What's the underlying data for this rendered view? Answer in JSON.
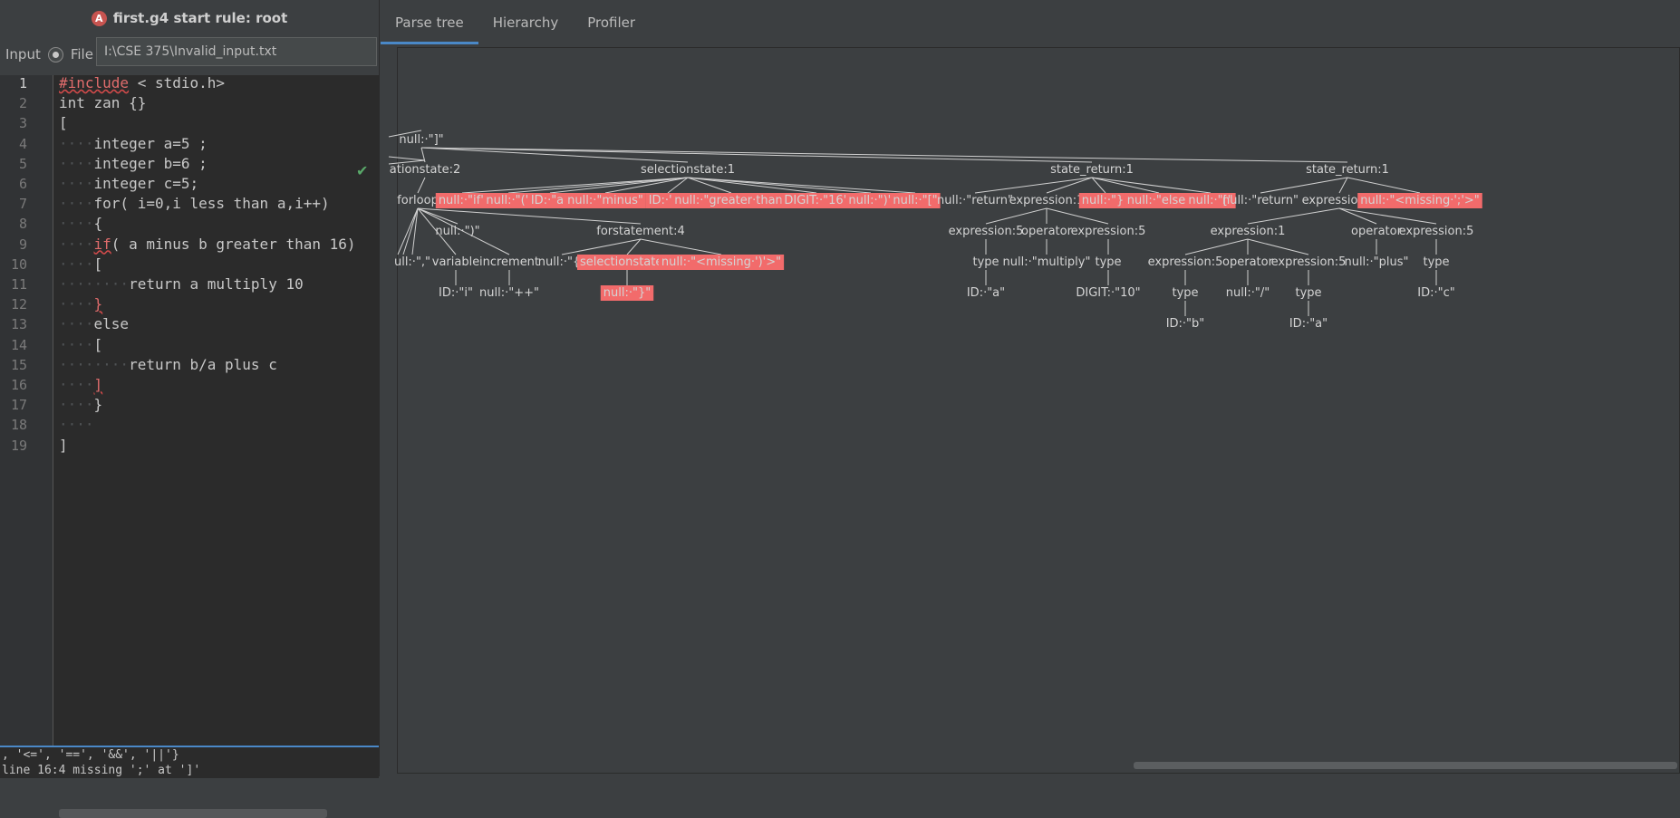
{
  "left_panel": {
    "title": "first.g4 start rule: root",
    "input_label": "Input",
    "file_label": "File",
    "file_path": "I:\\CSE 375\\Invalid_input.txt",
    "line_numbers": [
      "1",
      "2",
      "3",
      "4",
      "5",
      "6",
      "7",
      "8",
      "9",
      "10",
      "11",
      "12",
      "13",
      "14",
      "15",
      "16",
      "17",
      "18",
      "19"
    ],
    "code_lines": [
      "#include < stdio.h>",
      "int zan {}",
      "[",
      "integer a=5 ;",
      "integer b=6 ;",
      "integer c=5;",
      "for( i=0,i less than a,i++)",
      "{",
      "if( a minus b greater than 16)",
      "[",
      "return a multiply 10",
      "}",
      "else",
      "[",
      "return b/a plus c",
      "]",
      "}",
      "",
      "]"
    ],
    "console_lines": [
      ", '<=', '==', '&&', '||'}",
      "line 16:4 missing ';' at ']'"
    ]
  },
  "tabs": [
    "Parse tree",
    "Hierarchy",
    "Profiler"
  ],
  "tree_nodes": [
    {
      "id": "n0",
      "label": "null:·\"]\"",
      "err": false
    },
    {
      "id": "n1",
      "label": "ationstate:2",
      "err": false
    },
    {
      "id": "n2",
      "label": "selectionstate:1",
      "err": false
    },
    {
      "id": "n3",
      "label": "state_return:1",
      "err": false
    },
    {
      "id": "n4",
      "label": "state_return:1",
      "err": false
    },
    {
      "id": "n5",
      "label": "forloop",
      "err": false
    },
    {
      "id": "n6",
      "label": "null:·\"if\"",
      "err": true
    },
    {
      "id": "n7",
      "label": "null:·\"(\"",
      "err": true
    },
    {
      "id": "n8",
      "label": "ID:·\"a\"",
      "err": true
    },
    {
      "id": "n9",
      "label": "null:·\"minus\"",
      "err": true
    },
    {
      "id": "n10",
      "label": "ID:·\"b\"",
      "err": true
    },
    {
      "id": "n11",
      "label": "null:·\"greater·than\"",
      "err": true
    },
    {
      "id": "n12",
      "label": "DIGIT:·\"16\"",
      "err": true
    },
    {
      "id": "n13",
      "label": "null:·\")\"",
      "err": true
    },
    {
      "id": "n14",
      "label": "null:·\"[\"",
      "err": true
    },
    {
      "id": "n15",
      "label": "null:·\"return\"",
      "err": false
    },
    {
      "id": "n16",
      "label": "expression:1",
      "err": false
    },
    {
      "id": "n17",
      "label": "null:·\"}\"",
      "err": true
    },
    {
      "id": "n18",
      "label": "null:·\"else\"",
      "err": true
    },
    {
      "id": "n19",
      "label": "null:·\"[\"",
      "err": true
    },
    {
      "id": "n20",
      "label": "null:·\"return\"",
      "err": false
    },
    {
      "id": "n21",
      "label": "expression:1",
      "err": false
    },
    {
      "id": "n22",
      "label": "null:·\"<missing·';'>\"",
      "err": true
    },
    {
      "id": "n23",
      "label": "null:·\")\"",
      "err": false
    },
    {
      "id": "n24",
      "label": "forstatement:4",
      "err": false
    },
    {
      "id": "n25",
      "label": "expression:5",
      "err": false
    },
    {
      "id": "n26",
      "label": "operator",
      "err": false
    },
    {
      "id": "n27",
      "label": "expression:5",
      "err": false
    },
    {
      "id": "n28",
      "label": "expression:1",
      "err": false
    },
    {
      "id": "n29",
      "label": "operator",
      "err": false
    },
    {
      "id": "n30",
      "label": "expression:5",
      "err": false
    },
    {
      "id": "n31",
      "label": "ull:·\",\"",
      "err": false
    },
    {
      "id": "n32",
      "label": "variable",
      "err": false
    },
    {
      "id": "n33",
      "label": "increment",
      "err": false
    },
    {
      "id": "n34",
      "label": "null:·\"{\"",
      "err": false
    },
    {
      "id": "n35",
      "label": "selectionstate:1",
      "err": true
    },
    {
      "id": "n36",
      "label": "null:·\"<missing·')'>\"",
      "err": true
    },
    {
      "id": "n37",
      "label": "type",
      "err": false
    },
    {
      "id": "n38",
      "label": "null:·\"multiply\"",
      "err": false
    },
    {
      "id": "n39",
      "label": "type",
      "err": false
    },
    {
      "id": "n40",
      "label": "expression:5",
      "err": false
    },
    {
      "id": "n41",
      "label": "operator",
      "err": false
    },
    {
      "id": "n42",
      "label": "expression:5",
      "err": false
    },
    {
      "id": "n43",
      "label": "null:·\"plus\"",
      "err": false
    },
    {
      "id": "n44",
      "label": "type",
      "err": false
    },
    {
      "id": "n45",
      "label": "ID:·\"i\"",
      "err": false
    },
    {
      "id": "n46",
      "label": "null:·\"++\"",
      "err": false
    },
    {
      "id": "n47",
      "label": "null:·\"}\"",
      "err": true
    },
    {
      "id": "n48",
      "label": "ID:·\"a\"",
      "err": false
    },
    {
      "id": "n49",
      "label": "DIGIT:·\"10\"",
      "err": false
    },
    {
      "id": "n50",
      "label": "type",
      "err": false
    },
    {
      "id": "n51",
      "label": "null:·\"/\"",
      "err": false
    },
    {
      "id": "n52",
      "label": "type",
      "err": false
    },
    {
      "id": "n53",
      "label": "ID:·\"c\"",
      "err": false
    },
    {
      "id": "n54",
      "label": "ID:·\"b\"",
      "err": false
    },
    {
      "id": "n55",
      "label": "ID:·\"a\"",
      "err": false
    }
  ],
  "colors": {
    "error_bg": "#f26b6b",
    "text": "#d4d4d4",
    "edge": "#d0d0d0",
    "accent": "#4a88c7",
    "check": "#59a869"
  }
}
